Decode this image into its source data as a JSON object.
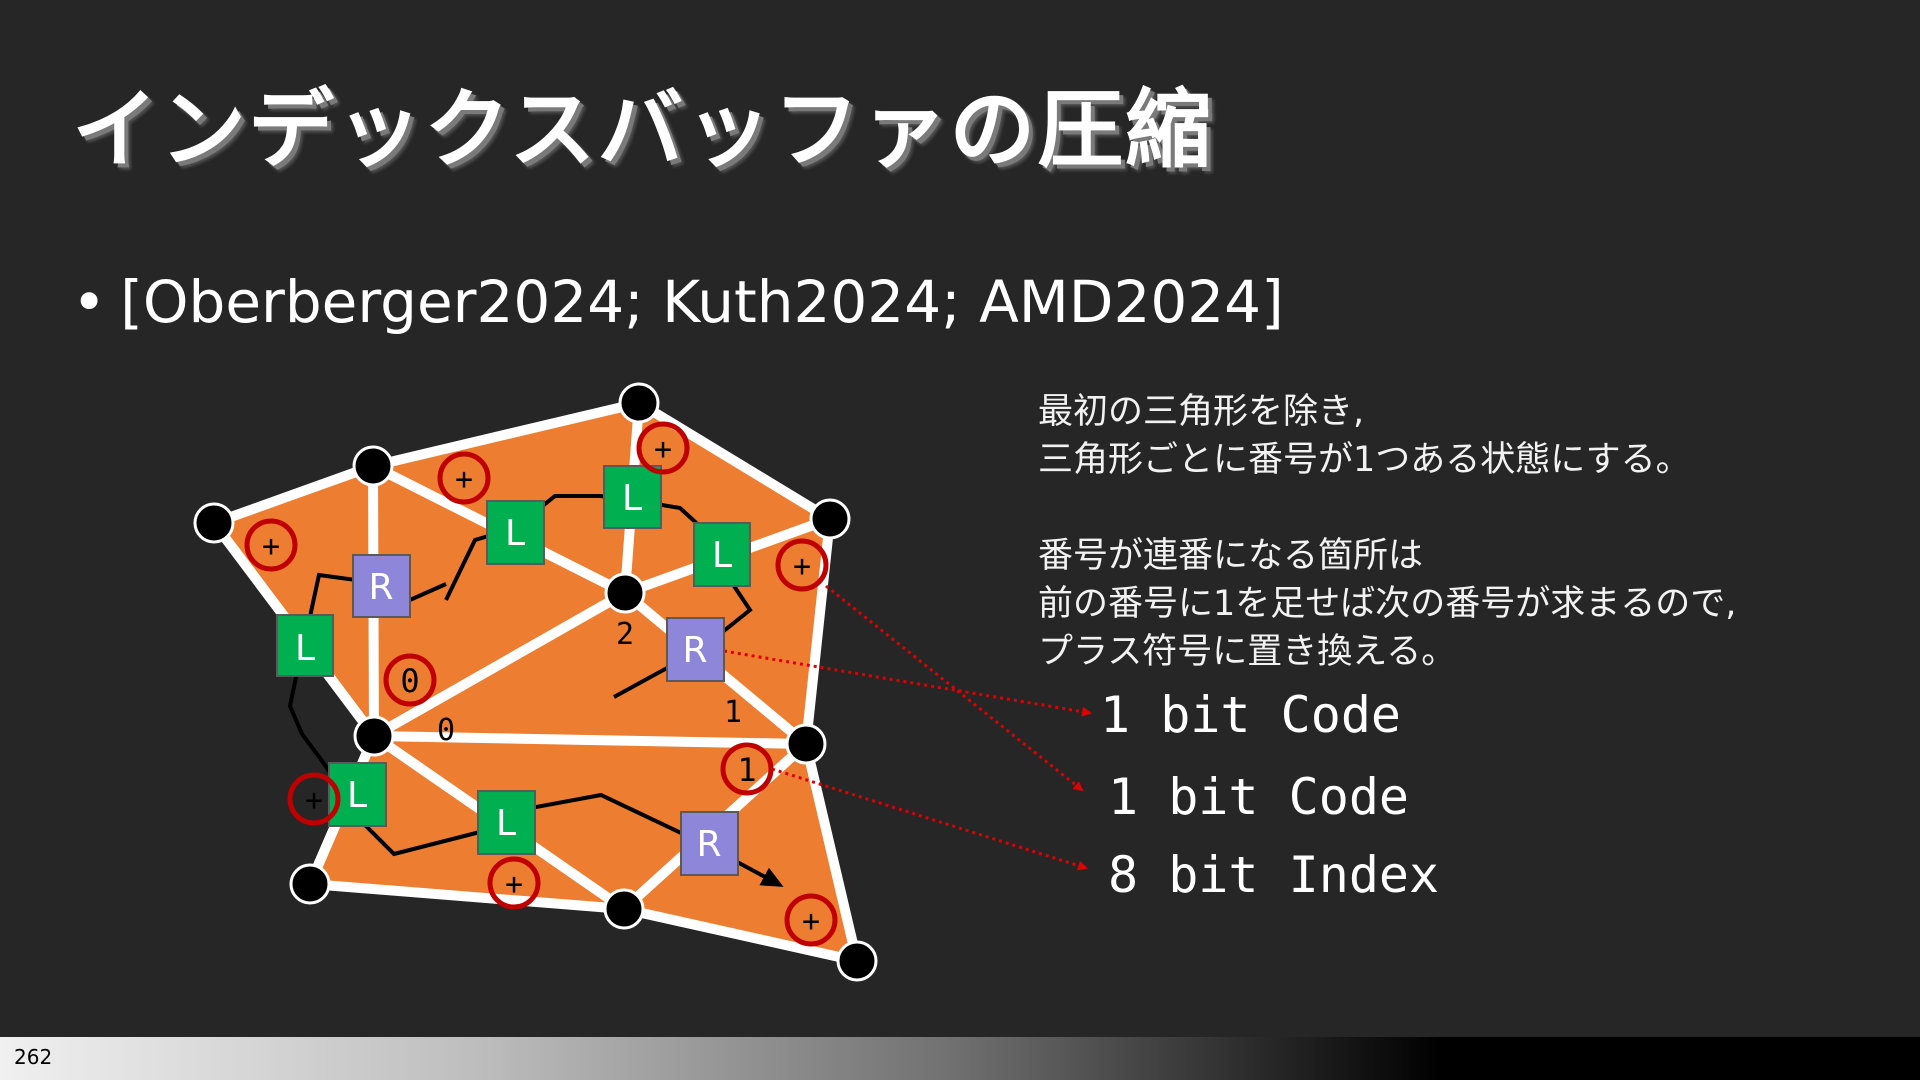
{
  "slide": {
    "title": "インデックスバッファの圧縮",
    "bullet": "[Oberberger2024; Kuth2024; AMD2024]",
    "note": "最初の三角形を除き,\n三角形ごとに番号が1つある状態にする。\n\n番号が連番になる箇所は\n前の番号に1を足せば次の番号が求まるので,\nプラス符号に置き換える。",
    "page_number": "262"
  },
  "codes": [
    "1 bit Code",
    "1 bit Code",
    "8 bit Index"
  ],
  "diagram": {
    "left_labels": [
      "L",
      "R",
      "L",
      "L",
      "L",
      "R",
      "L",
      "L",
      "R"
    ],
    "plus_marks": [
      "+",
      "+",
      "+",
      "+",
      "+",
      "+",
      "+"
    ],
    "circled_numbers": [
      "0",
      "1"
    ],
    "plain_numbers": [
      "2",
      "0",
      "1"
    ]
  },
  "colors": {
    "background": "#262626",
    "mesh_fill": "#ed7d31",
    "edges": "#ffffff",
    "left_box": "#00b050",
    "right_box": "#8e86d9",
    "circle_marker": "#c00000"
  }
}
